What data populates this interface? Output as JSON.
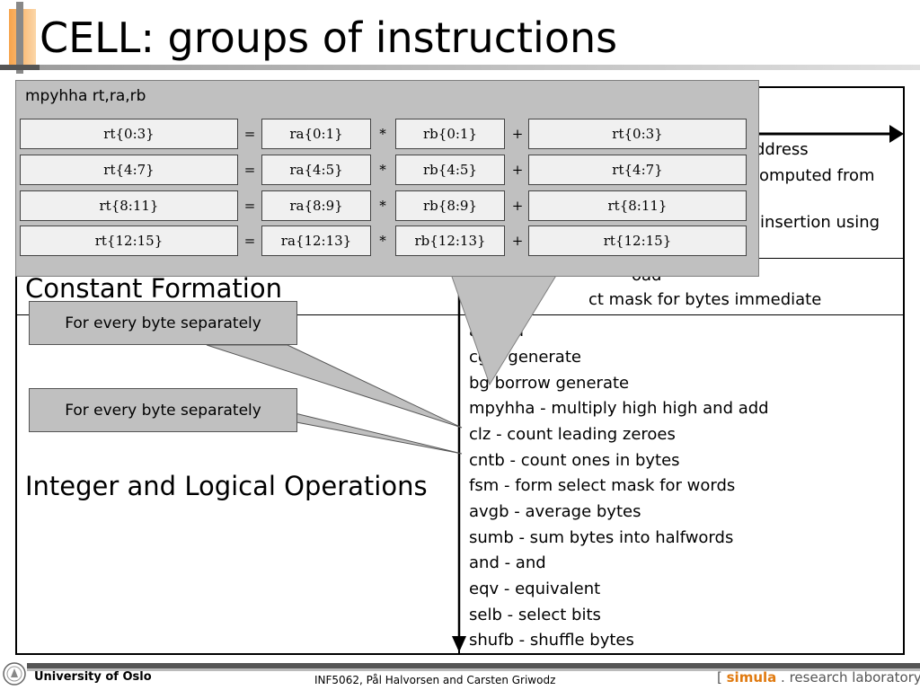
{
  "title": "CELL: groups of instructions",
  "categories": {
    "constant": "Constant Formation",
    "integer": "Integer and Logical Operations"
  },
  "upper_instructions": [
    "ddress",
    "omputed from",
    "insertion using"
  ],
  "constant_instructions": [
    "oad",
    "ct mask for bytes immediate"
  ],
  "integer_instructions": [
    "a          word",
    "cg      y generate",
    "bg      borrow generate",
    "mpyhha - multiply high high and add",
    "clz - count leading zeroes",
    "cntb - count ones in bytes",
    "fsm - form select mask for words",
    "avgb - average bytes",
    "sumb - sum bytes into halfwords",
    "and - and",
    "eqv - equivalent",
    "selb - select bits",
    "shufb - shuffle bytes"
  ],
  "popup": {
    "title": "mpyhha rt,ra,rb",
    "rows": [
      {
        "rt": "rt{0:3}",
        "ra": "ra{0:1}",
        "rb": "rb{0:1}",
        "acc": "rt{0:3}"
      },
      {
        "rt": "rt{4:7}",
        "ra": "ra{4:5}",
        "rb": "rb{4:5}",
        "acc": "rt{4:7}"
      },
      {
        "rt": "rt{8:11}",
        "ra": "ra{8:9}",
        "rb": "rb{8:9}",
        "acc": "rt{8:11}"
      },
      {
        "rt": "rt{12:15}",
        "ra": "ra{12:13}",
        "rb": "rb{12:13}",
        "acc": "rt{12:15}"
      }
    ],
    "ops": {
      "eq": "=",
      "mul": "*",
      "add": "+"
    }
  },
  "notes": {
    "note1": "For every byte separately",
    "note2": "For every byte separately"
  },
  "footer": {
    "university": "University of Oslo",
    "course": "INF5062, Pål Halvorsen and Carsten Griwodz",
    "lab_open": "[ ",
    "lab_simula": "simula",
    "lab_rest": " . research laboratory ]"
  },
  "colors": {
    "accent_orange": "#f7a34a",
    "simula_orange": "#e07a10",
    "popup_gray": "#c0c0c0"
  }
}
